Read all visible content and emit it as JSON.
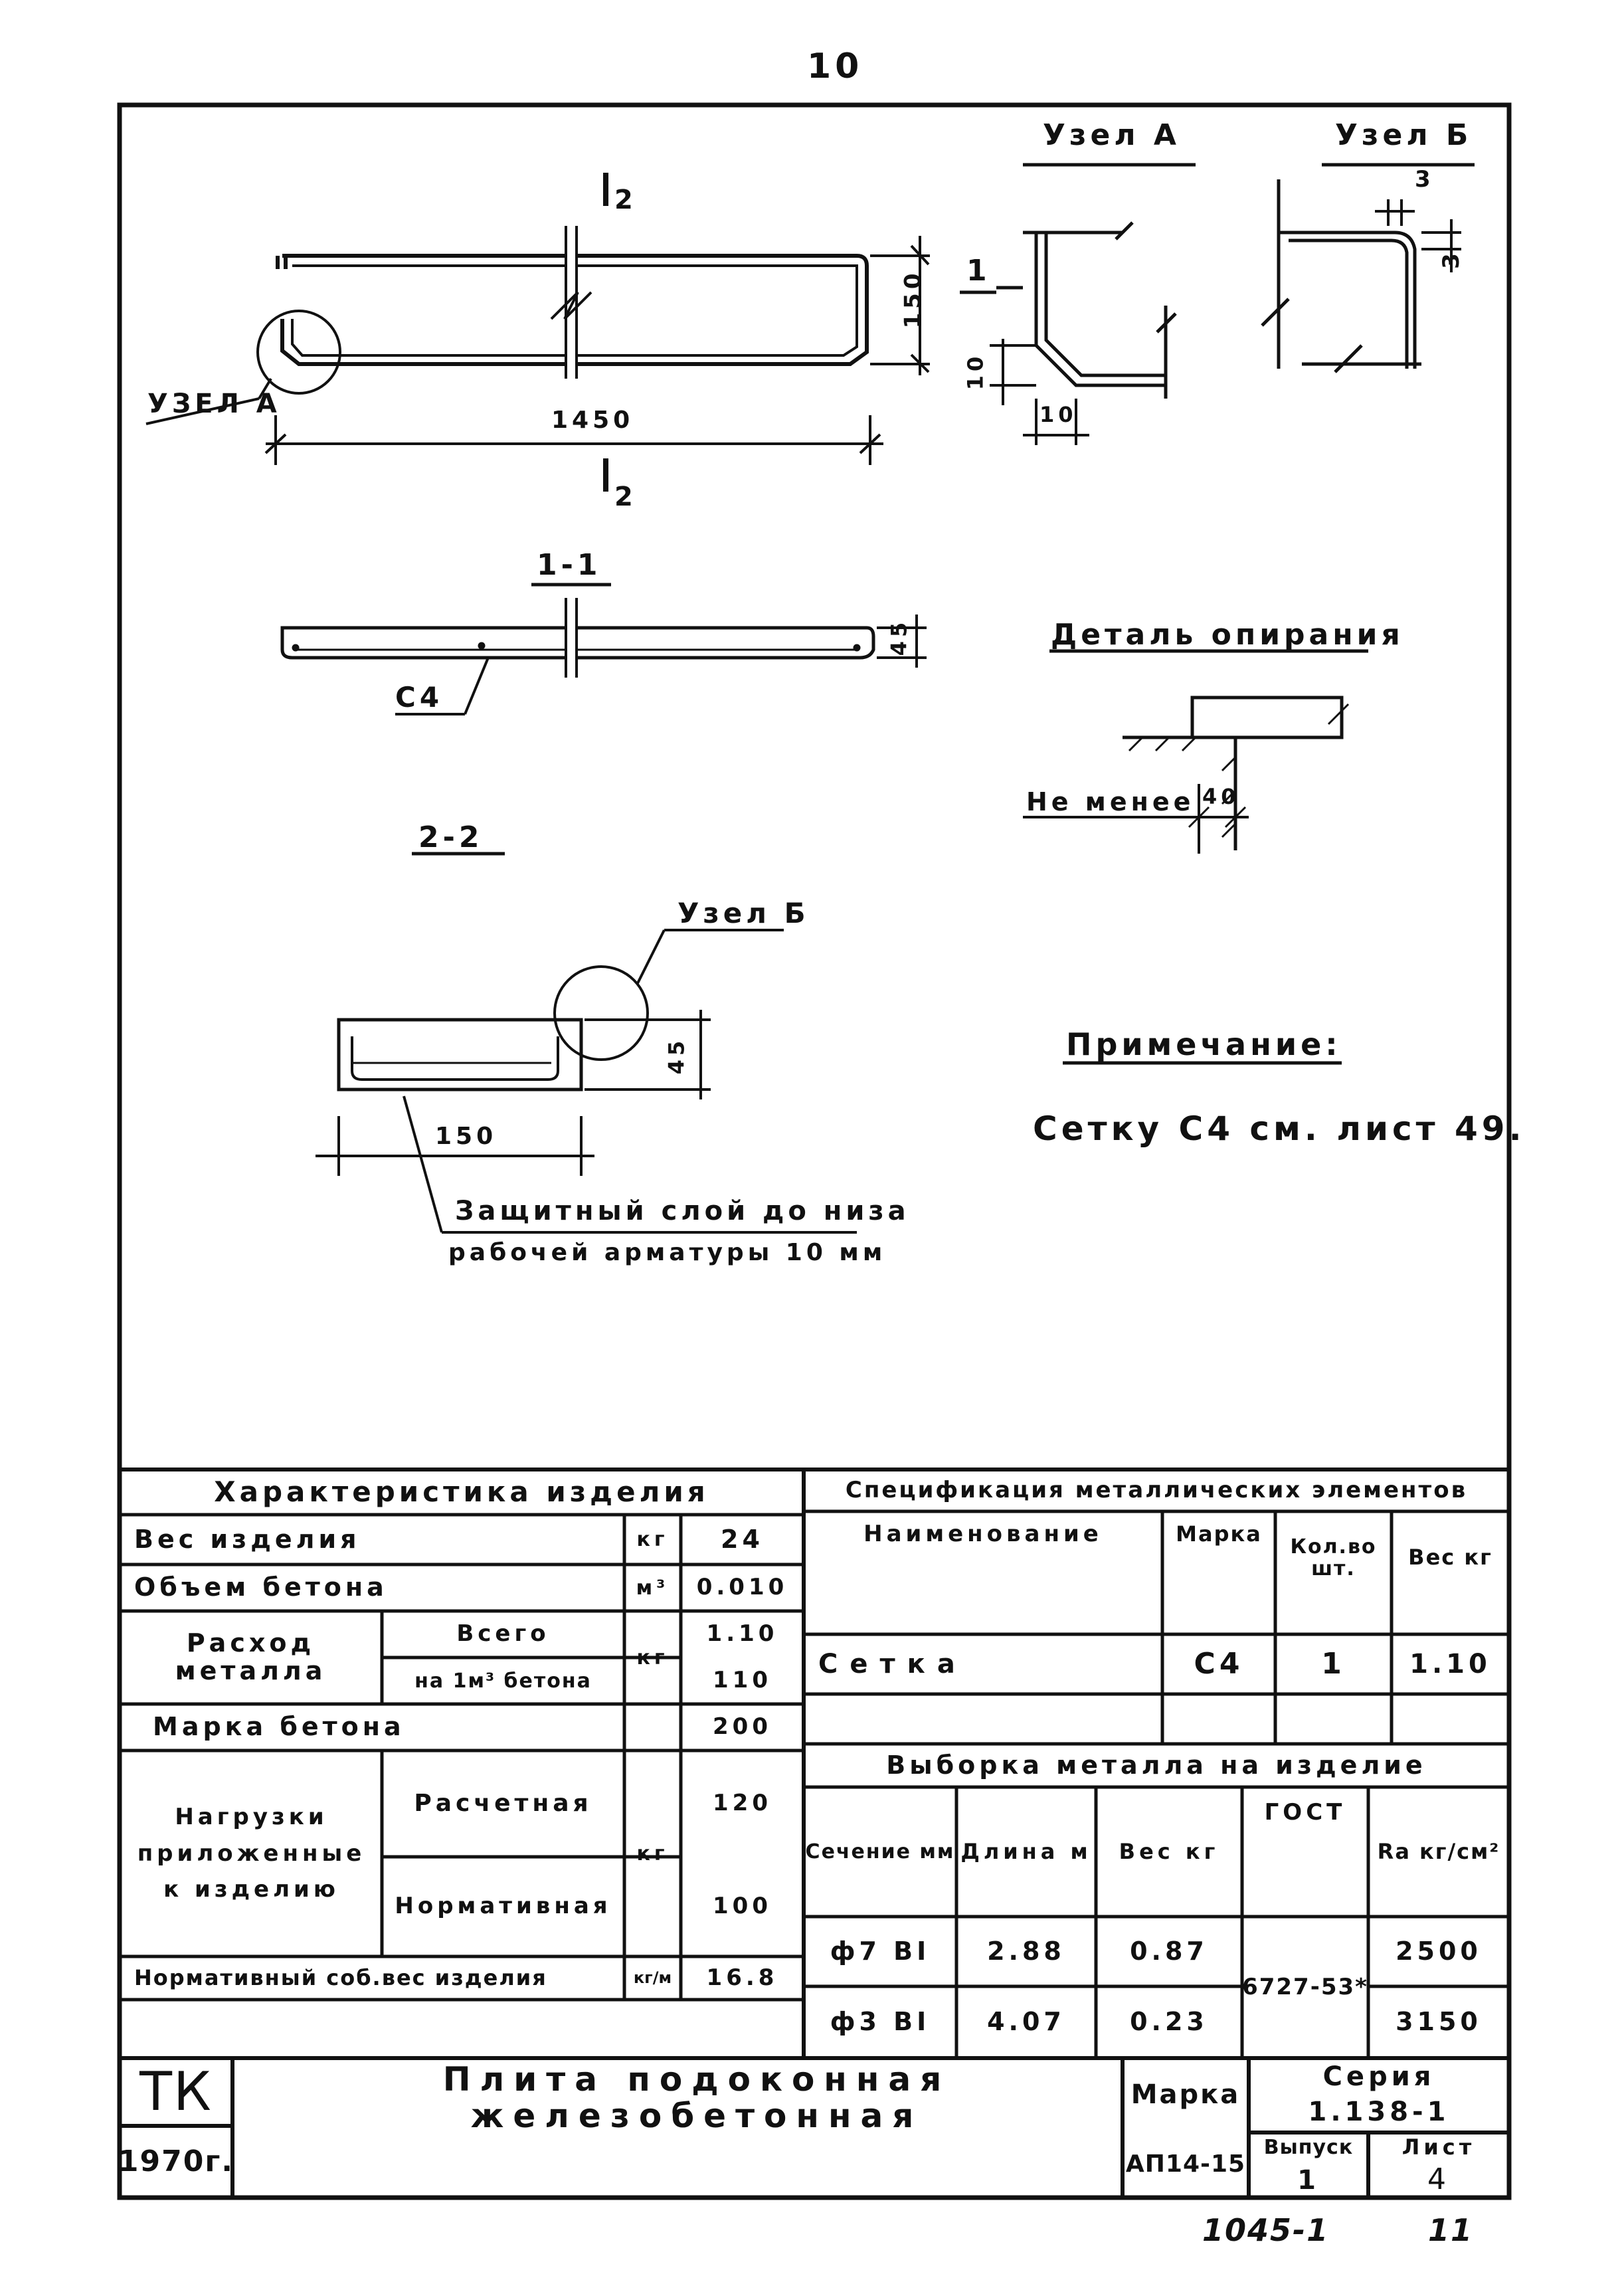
{
  "page_number": "10",
  "drawing": {
    "node_a_title": "Узел А",
    "node_b_title": "Узел Б",
    "node_a_label": "УЗЕЛ А",
    "node_b_label": "Узел Б",
    "section_1": "1",
    "section_2": "2",
    "dim_150": "150",
    "dim_1450": "1450",
    "dim_10a": "10",
    "dim_10b": "10",
    "dim_3a": "3",
    "dim_3b": "3",
    "dim_45a": "45",
    "dim_45b": "45",
    "dim_150b": "150",
    "dim_40": "40",
    "section_1_1": "1-1",
    "section_2_2": "2-2",
    "label_c4": "С4",
    "detail_title": "Деталь опирания",
    "not_less": "Не менее",
    "cover_note_line1": "Защитный слой до низа",
    "cover_note_line2": "рабочей арматуры 10 мм",
    "note_title": "Примечание:",
    "note_text": "Сетку С4 см. лист 49."
  },
  "characteristics": {
    "title": "Характеристика изделия",
    "rows": {
      "weight": {
        "label": "Вес изделия",
        "unit": "кг",
        "value": "24"
      },
      "concrete_volume": {
        "label": "Объем бетона",
        "unit": "м³",
        "value": "0.010"
      },
      "metal_consumption": {
        "label": "Расход металла",
        "unit": "кг",
        "sub1": "Всего",
        "value1": "1.10",
        "sub2": "на 1м³ бетона",
        "value2": "110"
      },
      "concrete_grade": {
        "label": "Марка бетона",
        "value": "200"
      },
      "loads": {
        "label": "Нагрузки приложенные к изделию",
        "unit": "кг",
        "sub1": "Расчетная",
        "value1": "120",
        "sub2": "Нормативная",
        "value2": "100"
      },
      "self_weight": {
        "label": "Нормативный соб.вес изделия",
        "unit": "кг/м",
        "value": "16.8"
      }
    }
  },
  "specification": {
    "title": "Спецификация металлических элементов",
    "headers": {
      "name": "Наименование",
      "mark": "Марка",
      "qty": "Кол.во шт.",
      "weight": "Вес кг"
    },
    "rows": [
      {
        "name": "Сетка",
        "mark": "С4",
        "qty": "1",
        "weight": "1.10"
      }
    ]
  },
  "metal_selection": {
    "title": "Выборка металла на изделие",
    "headers": {
      "section": "Сечение мм",
      "length": "Длина м",
      "weight": "Вес кг",
      "gost": "ГОСТ",
      "ra": "Ra кг/см²"
    },
    "rows": [
      {
        "section": "ф7 ВI",
        "length": "2.88",
        "weight": "0.87",
        "ra": "2500"
      },
      {
        "section": "ф3 ВI",
        "length": "4.07",
        "weight": "0.23",
        "ra": "3150"
      }
    ],
    "gost_value": "6727-53*"
  },
  "title_block": {
    "org": "ТК",
    "year": "1970г.",
    "name": "Плита подоконная железобетонная",
    "mark_label": "Марка",
    "mark_value": "АП14-15",
    "series_label": "Серия",
    "series_value": "1.138-1",
    "issue_label": "Выпуск",
    "issue_value": "1",
    "sheet_label": "Лист",
    "sheet_value": "4"
  },
  "footer": {
    "code": "1045-1",
    "num": "11"
  }
}
